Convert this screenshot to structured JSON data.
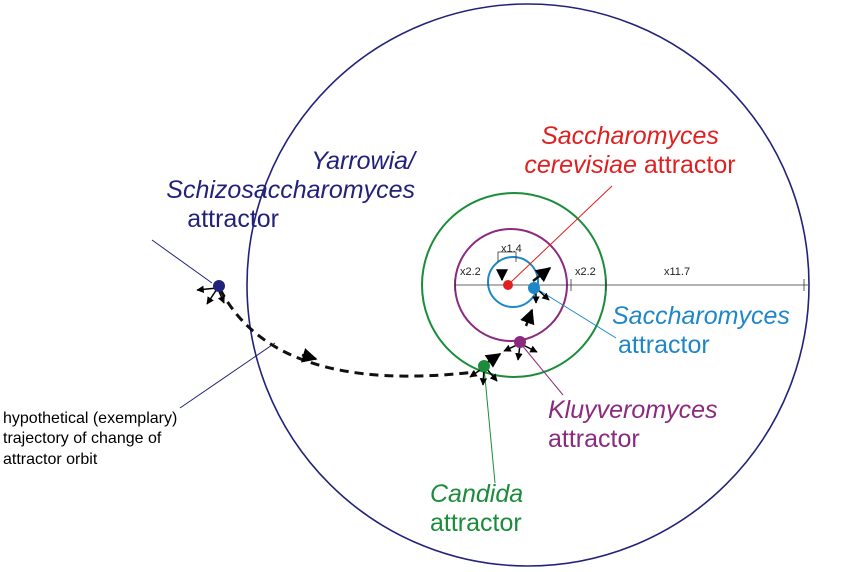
{
  "colors": {
    "outer": "#22227a",
    "candida": "#1a8c3a",
    "kluyveromyces": "#8b2a7e",
    "saccharomyces": "#1f87c8",
    "cerevisiae": "#e02020",
    "dark": "#000000"
  },
  "labels": {
    "cerevisiae_italic": "Saccharomyces",
    "cerevisiae_italic2": "cerevisiae",
    "cerevisiae_plain": " attractor",
    "yarrowia_italic": "Yarrowia/",
    "yarrowia_italic2": "Schizosaccharomyces",
    "yarrowia_plain": "attractor",
    "saccharomyces_italic": "Saccharomyces",
    "saccharomyces_plain": "attractor",
    "kluyveromyces_italic": "Kluyveromyces",
    "kluyveromyces_plain": "attractor",
    "candida_italic": "Candida",
    "candida_plain": "attractor",
    "trajectory_line1": "hypothetical (exemplary)",
    "trajectory_line2": "trajectory of change of",
    "trajectory_line3": "attractor orbit"
  },
  "scale_labels": {
    "inner_left": "x2.2",
    "innermost": "x1.4",
    "inner_right": "x2.2",
    "outer": "x11.7"
  }
}
